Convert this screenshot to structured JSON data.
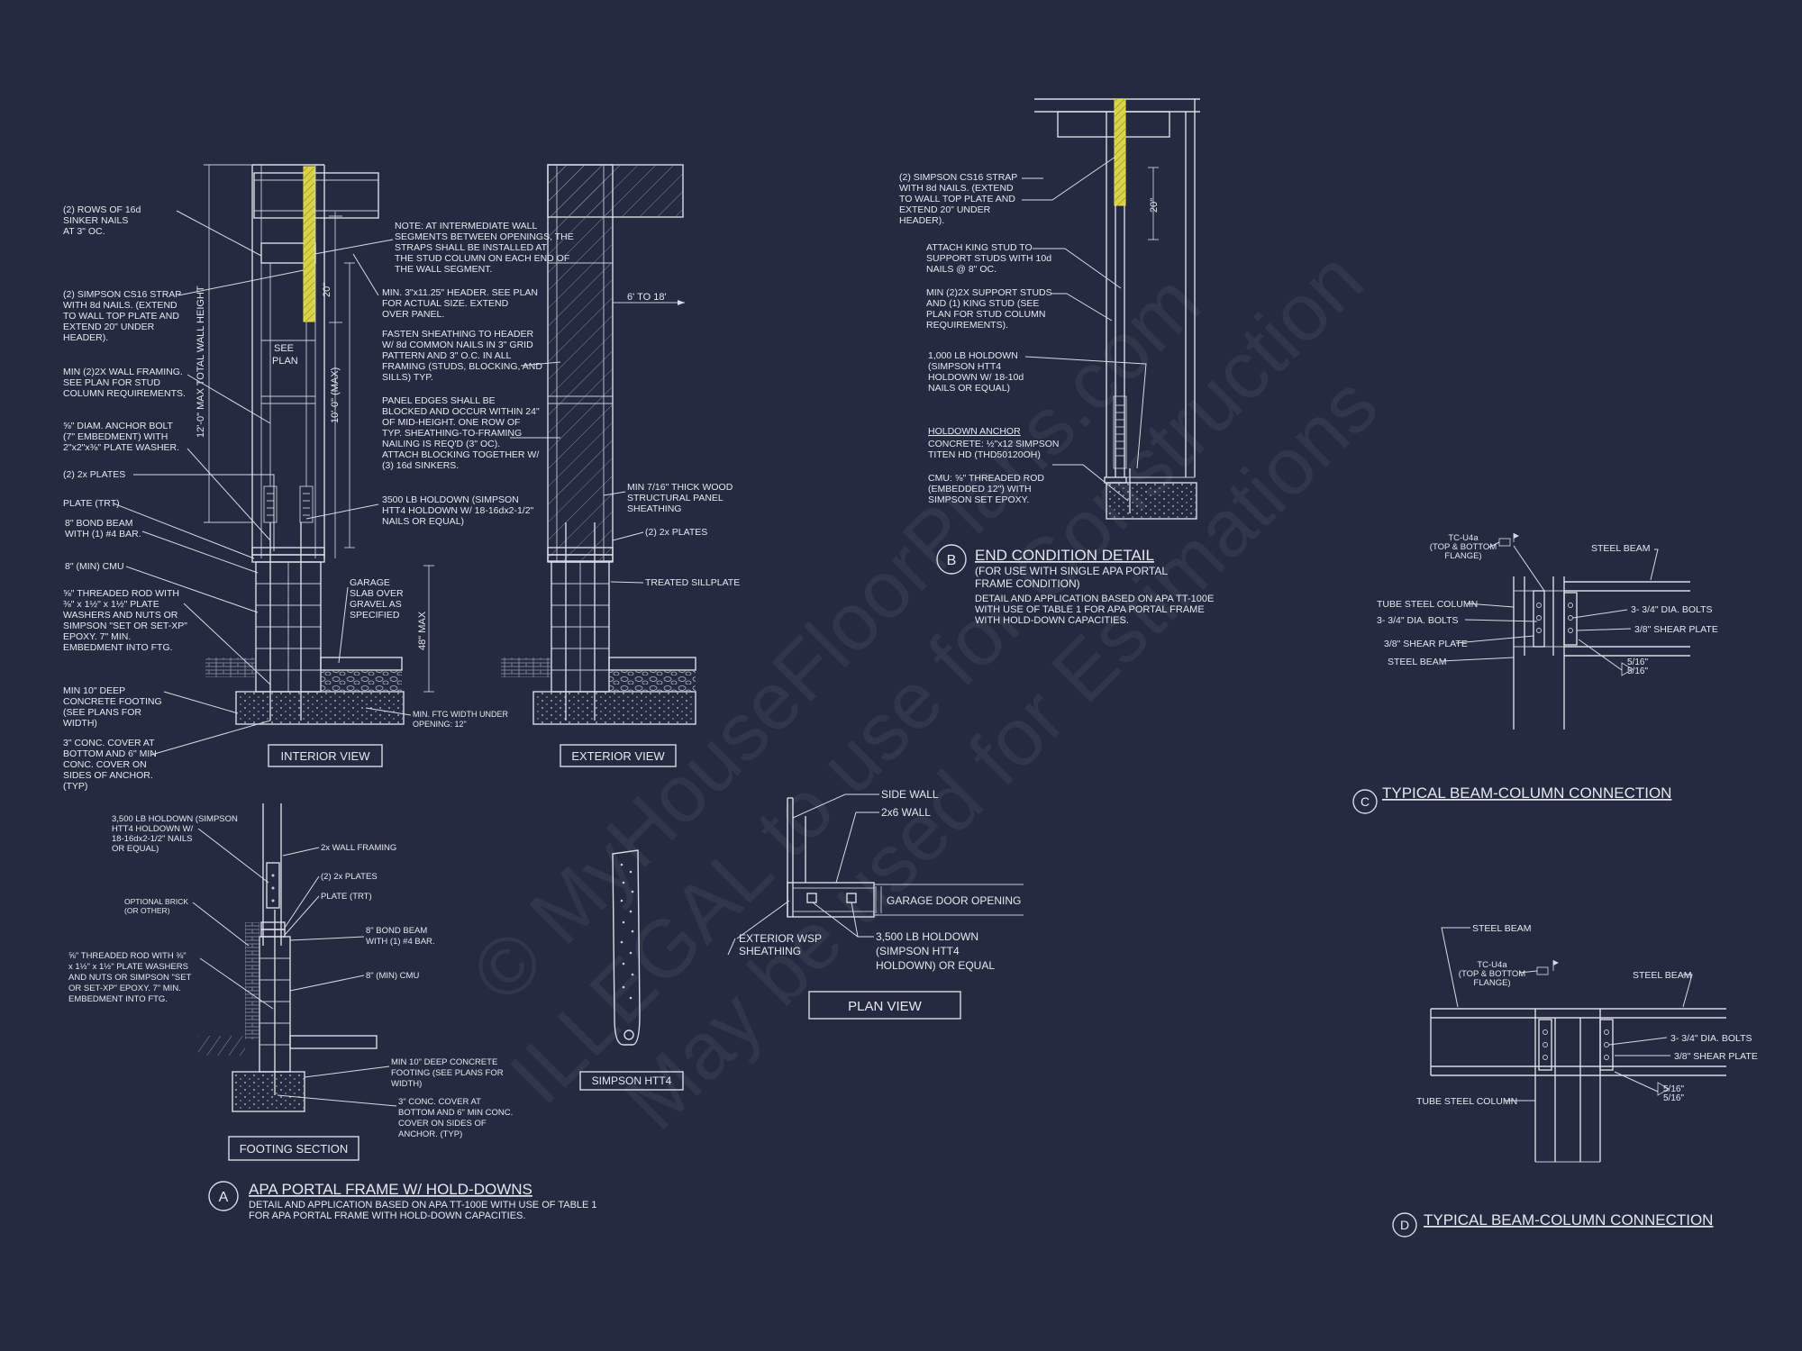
{
  "watermark": {
    "line1": "© MyHouseFloorPlans.com",
    "line2": "ILLEGAL to use for Construction",
    "line3": "May be used for Estimations"
  },
  "detail_a": {
    "interior_notes": [
      [
        "(2) ROWS OF 16d",
        "SINKER NAILS",
        "AT 3\" OC."
      ],
      [
        "(2) SIMPSON CS16 STRAP",
        "WITH 8d NAILS. (EXTEND",
        "TO WALL TOP PLATE AND",
        "EXTEND 20\" UNDER",
        "HEADER)."
      ],
      [
        "MIN (2)2X WALL FRAMING.",
        "SEE PLAN FOR STUD",
        "COLUMN REQUIREMENTS."
      ],
      [
        "⅝\" DIAM. ANCHOR BOLT",
        "(7\" EMBEDMENT) WITH",
        "2\"x2\"x⅜\" PLATE WASHER."
      ],
      [
        "(2) 2x PLATES"
      ],
      [
        "PLATE (TRT)"
      ],
      [
        "8\" BOND BEAM",
        "WITH (1) #4 BAR."
      ],
      [
        "8\" (MIN) CMU"
      ],
      [
        "⅝\" THREADED ROD WITH",
        "⅜\" x 1½\" x 1½\" PLATE",
        "WASHERS AND NUTS OR",
        "SIMPSON \"SET OR SET-XP\"",
        "EPOXY.  7\" MIN.",
        "EMBEDMENT INTO FTG."
      ],
      [
        "MIN 10\" DEEP",
        "CONCRETE FOOTING",
        "(SEE PLANS FOR",
        "WIDTH)"
      ],
      [
        "3\" CONC. COVER AT",
        "BOTTOM AND 6\" MIN",
        "CONC. COVER ON",
        "SIDES OF ANCHOR.",
        "(TYP)"
      ]
    ],
    "center_notes": [
      [
        "NOTE: AT INTERMEDIATE WALL",
        "SEGMENTS BETWEEN OPENINGS, THE",
        "STRAPS SHALL BE INSTALLED AT",
        "THE STUD COLUMN ON EACH END OF",
        "THE WALL SEGMENT."
      ],
      [
        "MIN. 3\"x11.25\" HEADER. SEE PLAN",
        "FOR ACTUAL SIZE. EXTEND",
        "OVER PANEL."
      ],
      [
        "FASTEN SHEATHING TO HEADER",
        "W/ 8d COMMON NAILS IN 3\" GRID",
        "PATTERN AND 3\" O.C. IN ALL",
        "FRAMING (STUDS, BLOCKING, AND",
        "SILLS) TYP."
      ],
      [
        "PANEL EDGES SHALL BE",
        "BLOCKED AND OCCUR WITHIN 24\"",
        "OF MID-HEIGHT.  ONE ROW OF",
        "TYP. SHEATHING-TO-FRAMING",
        "NAILING IS REQ'D (3\" OC).",
        "ATTACH BLOCKING TOGETHER W/",
        "(3) 16d SINKERS."
      ],
      [
        "3500 LB HOLDOWN (SIMPSON",
        "HTT4 HOLDOWN W/ 18-16dx2-1/2\"",
        "NAILS OR EQUAL)"
      ]
    ],
    "dims": {
      "total_height": "12'-0\" MAX TOTAL WALL HEIGHT",
      "strap_ext": "20\"",
      "clear": "10'-0\" (MAX)",
      "see_plan": [
        "SEE",
        "PLAN"
      ],
      "footing_max": "48\" MAX",
      "span": "6' TO 18'"
    },
    "garage_slab": [
      "GARAGE",
      "SLAB OVER",
      "GRAVEL AS",
      "SPECIFIED"
    ],
    "min_ftg": [
      "MIN. FTG WIDTH UNDER",
      "OPENING: 12\""
    ],
    "exterior_notes": [
      [
        "MIN 7/16\" THICK WOOD",
        "STRUCTURAL PANEL",
        "SHEATHING"
      ],
      [
        "(2) 2x PLATES"
      ],
      [
        "TREATED SILLPLATE"
      ]
    ],
    "interior_view": "INTERIOR VIEW",
    "exterior_view": "EXTERIOR VIEW",
    "footing_notes": [
      [
        "3,500 LB HOLDOWN (SIMPSON",
        "HTT4 HOLDOWN W/",
        "18-16dx2-1/2\" NAILS",
        "OR EQUAL)"
      ],
      [
        "2x WALL FRAMING"
      ],
      [
        "(2) 2x PLATES"
      ],
      [
        "PLATE (TRT)"
      ],
      [
        "OPTIONAL BRICK",
        "(OR OTHER)"
      ],
      [
        "8\" BOND BEAM",
        "WITH (1) #4 BAR."
      ],
      [
        "⅝\" THREADED ROD WITH ⅜\"",
        "x 1½\" x 1½\" PLATE WASHERS",
        "AND NUTS OR SIMPSON \"SET",
        "OR SET-XP\" EPOXY.  7\" MIN.",
        "EMBEDMENT INTO FTG."
      ],
      [
        "8\" (MIN) CMU"
      ],
      [
        "MIN 10\" DEEP CONCRETE",
        "FOOTING (SEE PLANS FOR",
        "WIDTH)"
      ],
      [
        "3\" CONC. COVER AT",
        "BOTTOM AND 6\" MIN CONC.",
        "COVER ON SIDES OF",
        "ANCHOR. (TYP)"
      ]
    ],
    "footing_section": "FOOTING SECTION",
    "simpson": "SIMPSON HTT4",
    "marker": "A",
    "title": "APA PORTAL FRAME W/ HOLD-DOWNS",
    "subtitle": [
      "DETAIL AND APPLICATION BASED ON APA TT-100E WITH USE OF TABLE 1",
      "FOR APA PORTAL FRAME WITH HOLD-DOWN CAPACITIES."
    ]
  },
  "plan_view": {
    "side_wall": "SIDE WALL",
    "wall_2x6": "2x6 WALL",
    "garage_door": "GARAGE DOOR OPENING",
    "exterior_wsp": [
      "EXTERIOR WSP",
      "SHEATHING"
    ],
    "holdown": [
      "3,500 LB HOLDOWN",
      "(SIMPSON HTT4",
      "HOLDOWN) OR EQUAL"
    ],
    "label": "PLAN VIEW"
  },
  "detail_b": {
    "notes": [
      [
        "(2) SIMPSON CS16 STRAP",
        "WITH 8d NAILS. (EXTEND",
        "TO WALL TOP PLATE AND",
        "EXTEND 20\" UNDER",
        "HEADER)."
      ],
      [
        "ATTACH KING STUD TO",
        "SUPPORT STUDS WITH 10d",
        "NAILS @ 8\" OC."
      ],
      [
        "MIN (2)2X SUPPORT STUDS",
        "AND (1) KING STUD (SEE",
        "PLAN FOR STUD COLUMN",
        "REQUIREMENTS)."
      ],
      [
        "1,000 LB HOLDOWN",
        "(SIMPSON HTT4",
        "HOLDOWN W/ 18-10d",
        "NAILS OR EQUAL)"
      ]
    ],
    "anchor_title": "HOLDOWN ANCHOR",
    "anchor_notes": [
      "CONCRETE: ½\"x12 SIMPSON",
      "TITEN HD (THD50120OH)"
    ],
    "cmu_notes": [
      "CMU: ⅝\" THREADED ROD",
      "(EMBEDDED 12\") WITH",
      "SIMPSON SET EPOXY."
    ],
    "dim": "20\"",
    "marker": "B",
    "title": "END CONDITION DETAIL",
    "subtitle": [
      "(FOR USE WITH SINGLE APA PORTAL",
      "FRAME CONDITION)"
    ],
    "subtitle2": [
      "DETAIL AND APPLICATION BASED ON APA TT-100E",
      "WITH USE OF TABLE 1 FOR APA PORTAL FRAME",
      "WITH HOLD-DOWN CAPACITIES."
    ]
  },
  "detail_c": {
    "tc": [
      "TC-U4a",
      "(TOP & BOTTOM",
      "FLANGE)"
    ],
    "steel_beam": "STEEL BEAM",
    "tube_column": "TUBE STEEL COLUMN",
    "bolts_left": "3- 3/4\" DIA. BOLTS",
    "shear_left": "3/8\" SHEAR PLATE",
    "steel_beam_b": "STEEL BEAM",
    "bolts_right": "3- 3/4\" DIA. BOLTS",
    "shear_right": "3/8\" SHEAR PLATE",
    "weld": [
      "5/16\"",
      "5/16\""
    ],
    "marker": "C",
    "title": "TYPICAL BEAM-COLUMN CONNECTION"
  },
  "detail_d": {
    "steel_beam_top": "STEEL BEAM",
    "tc": [
      "TC-U4a",
      "(TOP & BOTTOM",
      "FLANGE)"
    ],
    "steel_beam_right": "STEEL BEAM",
    "bolts": "3- 3/4\" DIA. BOLTS",
    "shear": "3/8\" SHEAR PLATE",
    "weld": [
      "5/16\"",
      "5/16\""
    ],
    "tube_column": "TUBE STEEL COLUMN",
    "marker": "D",
    "title": "TYPICAL BEAM-COLUMN CONNECTION"
  }
}
